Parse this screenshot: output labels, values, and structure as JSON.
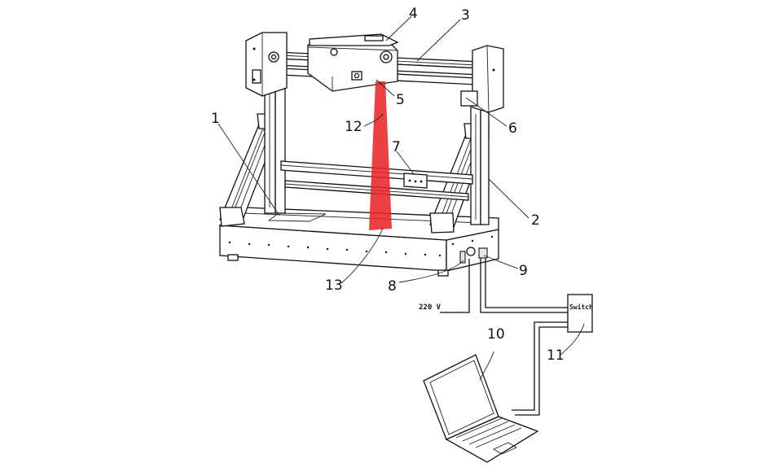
{
  "diagram": {
    "callouts": [
      "1",
      "2",
      "3",
      "4",
      "5",
      "6",
      "7",
      "8",
      "9",
      "10",
      "11",
      "12",
      "13"
    ],
    "switch_label": "Switch",
    "power_label": "220 V"
  },
  "colors": {
    "laser": "#e8262a",
    "line": "#111111",
    "background": "#ffffff"
  }
}
